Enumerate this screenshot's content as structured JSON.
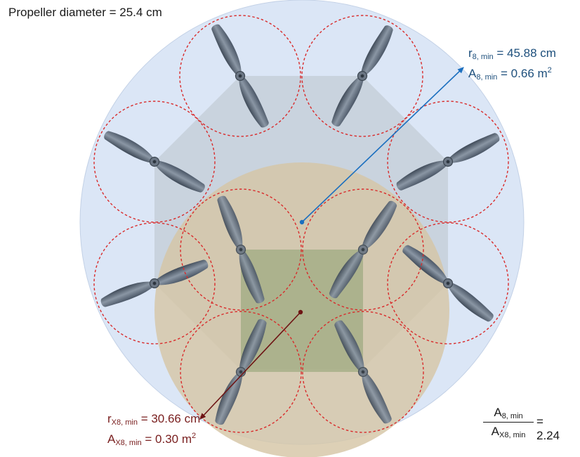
{
  "title": "Propeller diameter = 25.4 cm",
  "octo": {
    "r_label": "r",
    "r_sub": "8, min",
    "r_value": " = 45.88 cm",
    "a_label": "A",
    "a_sub": "8, min",
    "a_value": " = 0.66 m",
    "a_sup": "2",
    "color": "#1d4f7c",
    "arrow_color": "#1b6fbf"
  },
  "x8": {
    "r_label": "r",
    "r_sub": "X8, min",
    "r_value": " = 30.66 cm",
    "a_label": "A",
    "a_sub": "X8, min",
    "a_value": " = 0.30 m",
    "a_sup": "2",
    "color": "#7a2020",
    "arrow_color": "#6e1414"
  },
  "ratio": {
    "num_label": "A",
    "num_sub": "8, min",
    "den_label": "A",
    "den_sub": "X8, min",
    "value": "= 2.24"
  },
  "colors": {
    "octo_disk": "#dbe6f6",
    "octo_body": "#c6ced6",
    "x8_disk": "#d8c7a6",
    "x8_body": "#9fae82",
    "prop_circle": "#d92b2b",
    "propeller": "#5d6a7a"
  }
}
